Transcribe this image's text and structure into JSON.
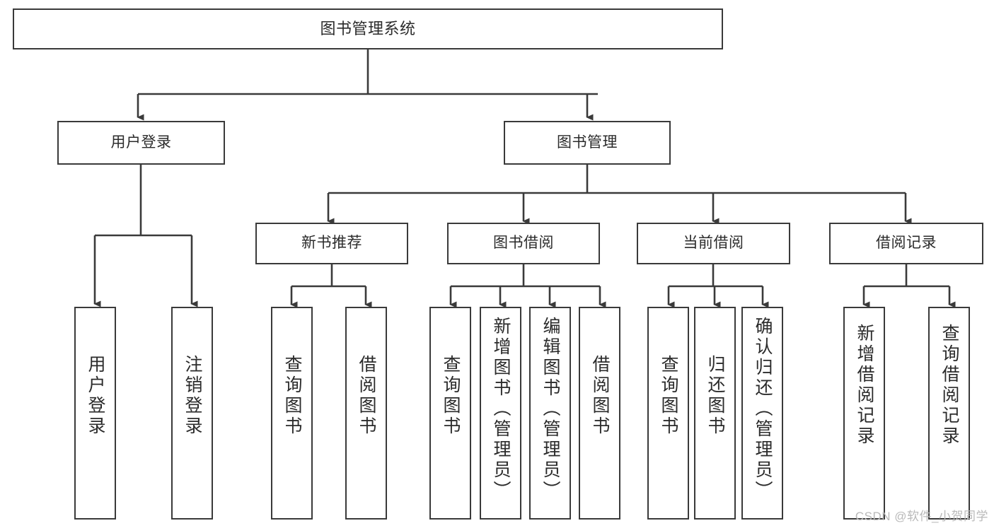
{
  "diagram": {
    "type": "tree-hierarchy",
    "title": "图书管理系统",
    "orientation": "top-down",
    "stroke_color": "#3a3a3a",
    "fill_color": "#ffffff",
    "text_color": "#2b2b2b"
  },
  "nodes": {
    "root": {
      "label": "图书管理系统"
    },
    "level1": [
      {
        "label": "用户登录"
      },
      {
        "label": "图书管理"
      }
    ],
    "level2": [
      {
        "label": "新书推荐"
      },
      {
        "label": "图书借阅"
      },
      {
        "label": "当前借阅"
      },
      {
        "label": "借阅记录"
      }
    ],
    "leaves_user_login": [
      {
        "label": "用户登录"
      },
      {
        "label": "注销登录"
      }
    ],
    "leaves_new_book": [
      {
        "label": "查询图书"
      },
      {
        "label": "借阅图书"
      }
    ],
    "leaves_borrow": [
      {
        "label": "查询图书"
      },
      {
        "label": "新增图书（管理员）"
      },
      {
        "label": "编辑图书（管理员）"
      },
      {
        "label": "借阅图书"
      }
    ],
    "leaves_current": [
      {
        "label": "查询图书"
      },
      {
        "label": "归还图书"
      },
      {
        "label": "确认归还（管理员）"
      }
    ],
    "leaves_record": [
      {
        "label": "新增借阅记录"
      },
      {
        "label": "查询借阅记录"
      }
    ]
  },
  "watermark": {
    "text": "CSDN @软件_小贺同学"
  }
}
